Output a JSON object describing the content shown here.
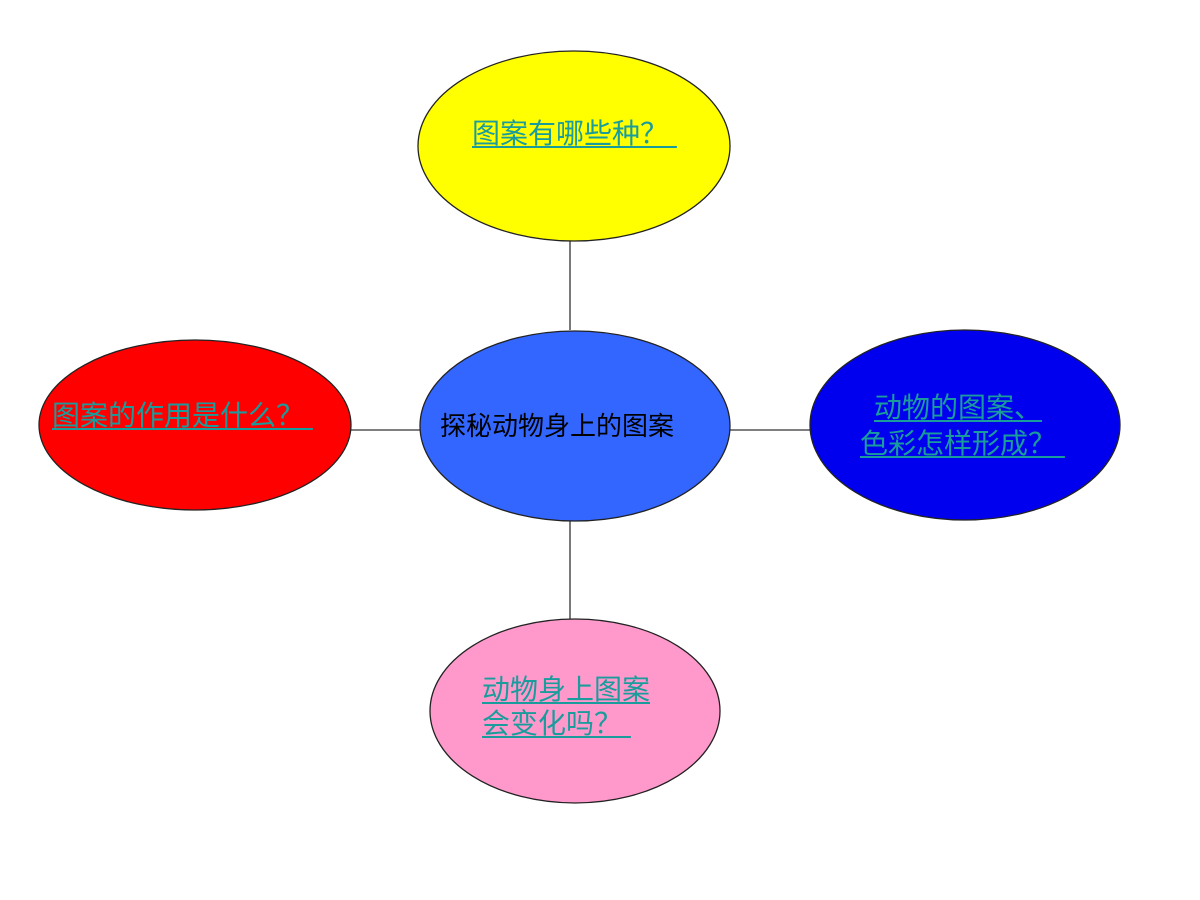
{
  "colors": {
    "center": "#3366ff",
    "top": "#ffff00",
    "left": "#ff0000",
    "right": "#0000ee",
    "bottom": "#ff99cc",
    "link_text": "#1a9c9c"
  },
  "center": {
    "text": "探秘动物身上的图案"
  },
  "nodes": {
    "top": {
      "text": "图案有哪些种？ "
    },
    "left": {
      "text": "图案的作用是什么？ "
    },
    "right": {
      "line1": "动物的图案、",
      "line2": "色彩怎样形成？ "
    },
    "bottom": {
      "line1": "动物身上图案",
      "line2": "会变化吗？ "
    }
  }
}
